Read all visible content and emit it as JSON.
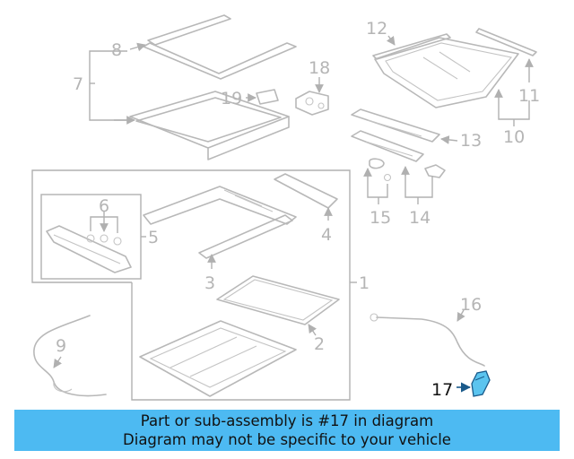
{
  "diagram": {
    "callouts": [
      "1",
      "2",
      "3",
      "4",
      "5",
      "6",
      "7",
      "8",
      "9",
      "10",
      "11",
      "12",
      "13",
      "14",
      "15",
      "16",
      "17",
      "18",
      "19"
    ],
    "highlighted_callout": "17",
    "highlight_color": "#5bc4ef",
    "line_color": "#b8b8b8"
  },
  "banner": {
    "line1": "Part or sub-assembly is #17 in diagram",
    "line2": "Diagram may not be specific to your vehicle",
    "background": "#4dbaf2"
  }
}
